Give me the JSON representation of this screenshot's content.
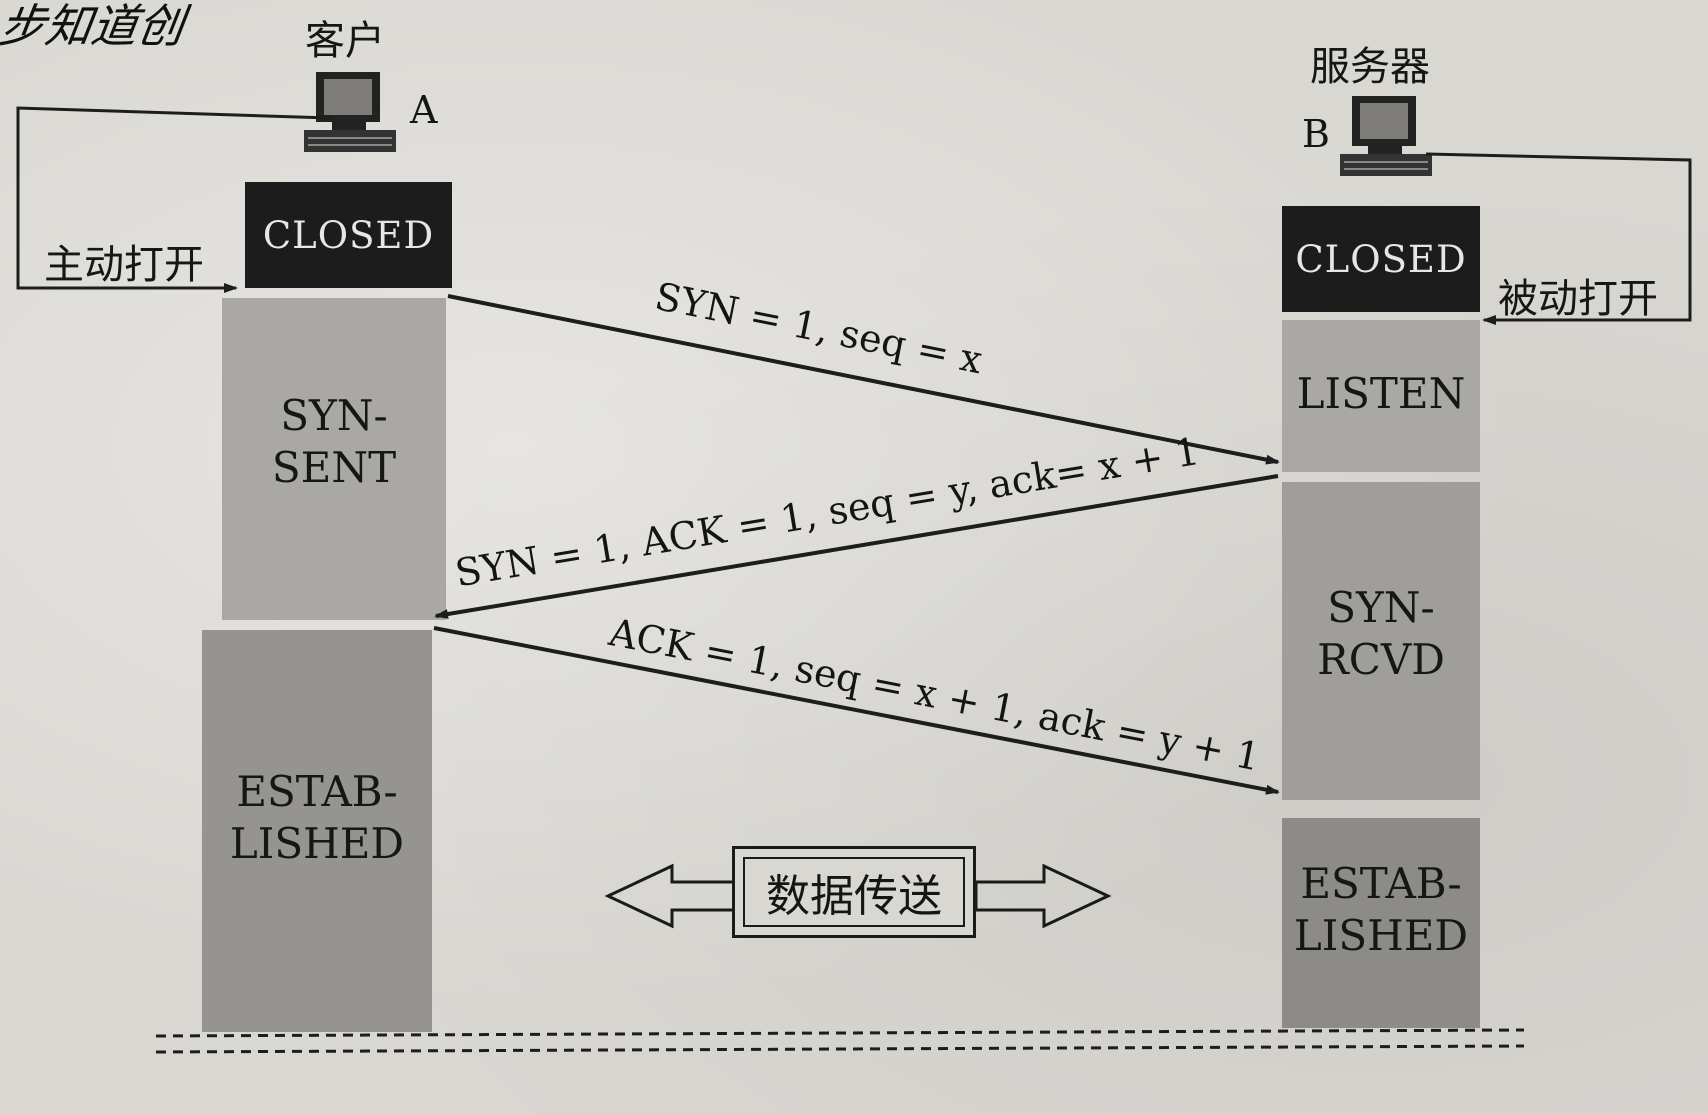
{
  "header_partial": "步知道创",
  "client": {
    "label": "客户",
    "host_letter": "A",
    "open_label": "主动打开"
  },
  "server": {
    "label": "服务器",
    "host_letter": "B",
    "open_label": "被动打开"
  },
  "client_states": {
    "closed": "CLOSED",
    "syn_sent": "SYN-\nSENT",
    "established": "ESTAB-\nLISHED"
  },
  "server_states": {
    "closed": "CLOSED",
    "listen": "LISTEN",
    "syn_rcvd": "SYN-\nRCVD",
    "established": "ESTAB-\nLISHED"
  },
  "messages": {
    "m1": "SYN = 1, seq = x",
    "m2": "SYN = 1, ACK = 1, seq = y, ack= x + 1",
    "m3": "ACK = 1, seq = x + 1, ack = y + 1"
  },
  "data_transfer": "数据传送",
  "colors": {
    "closed_bg": "#1c1c1c",
    "state_light": "#a9a8a5",
    "state_mid": "#9a9996",
    "state_dark": "#8c8b88",
    "line": "#1d1d1d"
  }
}
